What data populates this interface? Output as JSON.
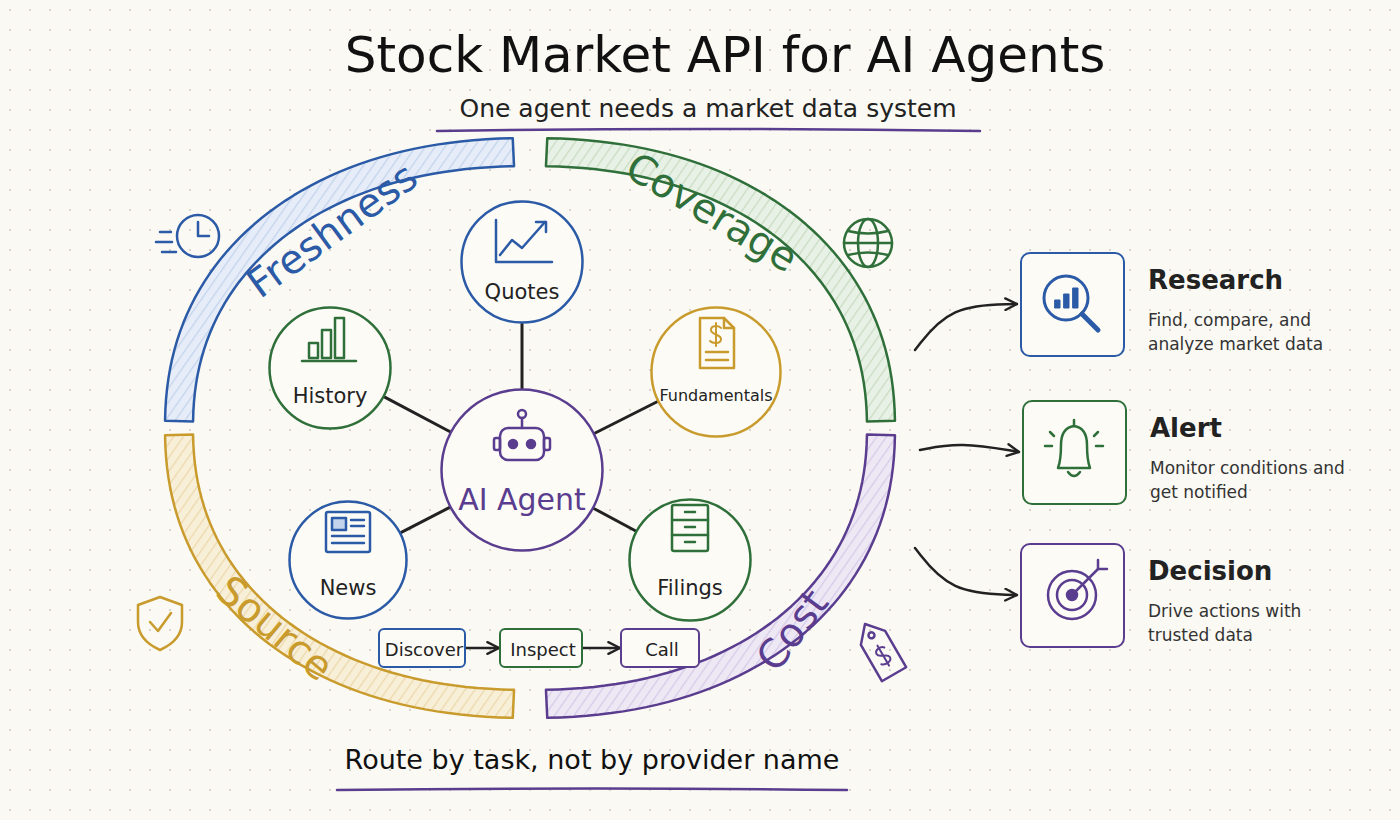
{
  "diagram": {
    "title": "Stock Market API for AI Agents",
    "caption": "Route by task, not by provider name",
    "nodes": [
      {
        "text": [
          "Freshness"
        ]
      },
      {
        "text": [
          "Coverage"
        ]
      },
      {
        "text": [
          "Source"
        ]
      },
      {
        "text": [
          "Cost"
        ]
      },
      {
        "text": [
          "AI Agent"
        ]
      },
      {
        "text": [
          "Quotes"
        ]
      },
      {
        "text": [
          "Fundamentals"
        ]
      },
      {
        "text": [
          "Filings"
        ]
      },
      {
        "text": [
          "News"
        ]
      },
      {
        "text": [
          "History"
        ]
      },
      {
        "text": [
          "Discover"
        ]
      },
      {
        "text": [
          "Inspect"
        ]
      },
      {
        "text": [
          "Call"
        ]
      },
      {
        "text": [
          "Research",
          "Find, compare, and analyze market data"
        ]
      },
      {
        "text": [
          "Alert",
          "Monitor conditions and get notified"
        ]
      },
      {
        "text": [
          "Decision",
          "Drive actions with trusted data"
        ]
      }
    ],
    "edges": [
      {
        "from": 4,
        "to": 5,
        "arrow": "none"
      },
      {
        "from": 4,
        "to": 6,
        "arrow": "none"
      },
      {
        "from": 4,
        "to": 7,
        "arrow": "none"
      },
      {
        "from": 4,
        "to": 8,
        "arrow": "none"
      },
      {
        "from": 4,
        "to": 9,
        "arrow": "none"
      },
      {
        "from": 10,
        "to": 11,
        "arrow": "to"
      },
      {
        "from": 11,
        "to": 12,
        "arrow": "to"
      },
      {
        "from": 1,
        "to": 13,
        "arrow": "to"
      },
      {
        "from": 3,
        "to": 14,
        "arrow": "to"
      },
      {
        "from": 3,
        "to": 15,
        "arrow": "to"
      }
    ],
    "labels": [
      "One agent needs a market data system"
    ]
  }
}
